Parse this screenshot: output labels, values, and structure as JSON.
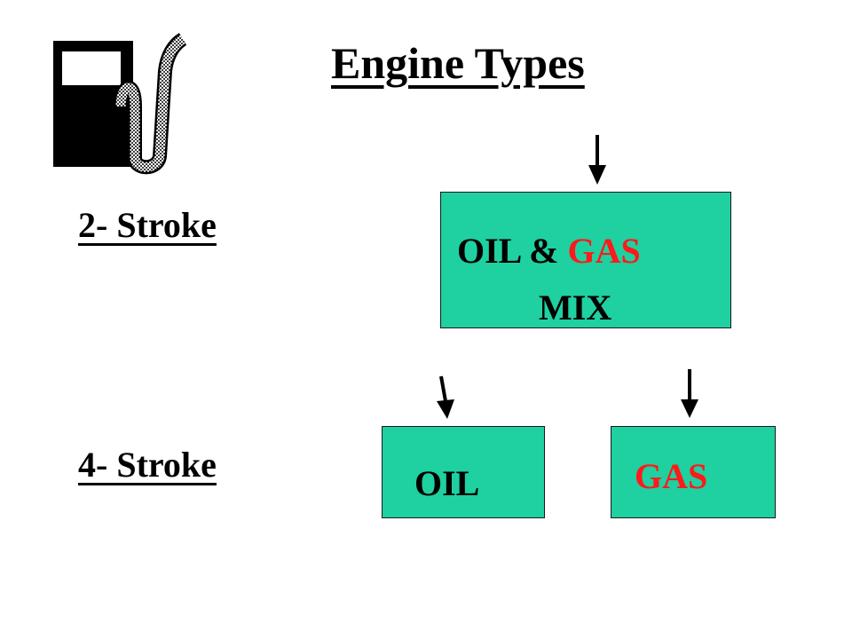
{
  "title": "Engine Types",
  "rows": [
    {
      "label": "2- Stroke"
    },
    {
      "label": "4- Stroke"
    }
  ],
  "boxes": {
    "mix": {
      "line1_a": "OIL & ",
      "line1_b": "GAS",
      "line2": "MIX"
    },
    "oil": {
      "text": "OIL"
    },
    "gas": {
      "text": "GAS"
    }
  },
  "colors": {
    "box_fill": "#1fd0a0",
    "gas_text": "#ff1a1a",
    "text": "#000000"
  },
  "icon": "gas-pump-icon"
}
